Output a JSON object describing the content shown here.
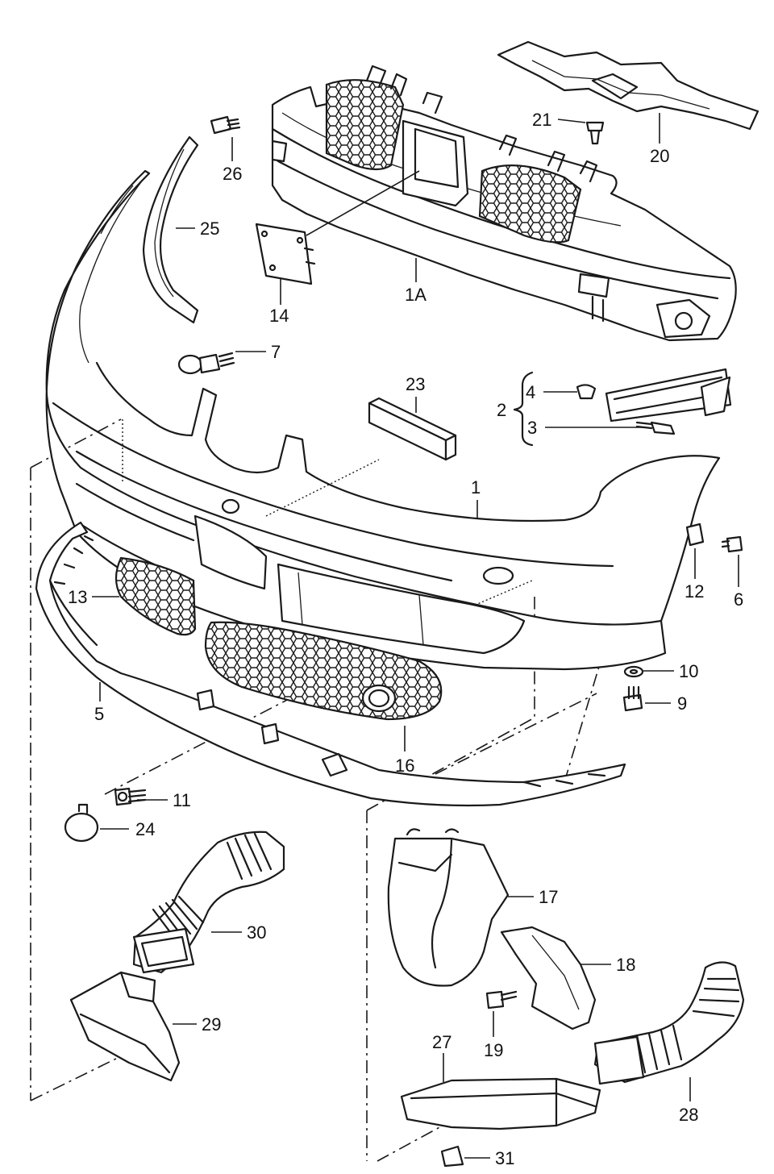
{
  "diagram": {
    "callouts": {
      "c1": "1",
      "c1A": "1A",
      "c2": "2",
      "c3": "3",
      "c4": "4",
      "c5": "5",
      "c6": "6",
      "c7": "7",
      "c9": "9",
      "c10": "10",
      "c11": "11",
      "c12": "12",
      "c13": "13",
      "c14": "14",
      "c16": "16",
      "c17": "17",
      "c18": "18",
      "c19": "19",
      "c20": "20",
      "c21": "21",
      "c23": "23",
      "c24": "24",
      "c25": "25",
      "c26": "26",
      "c27": "27",
      "c28": "28",
      "c29": "29",
      "c30": "30",
      "c31": "31"
    }
  }
}
